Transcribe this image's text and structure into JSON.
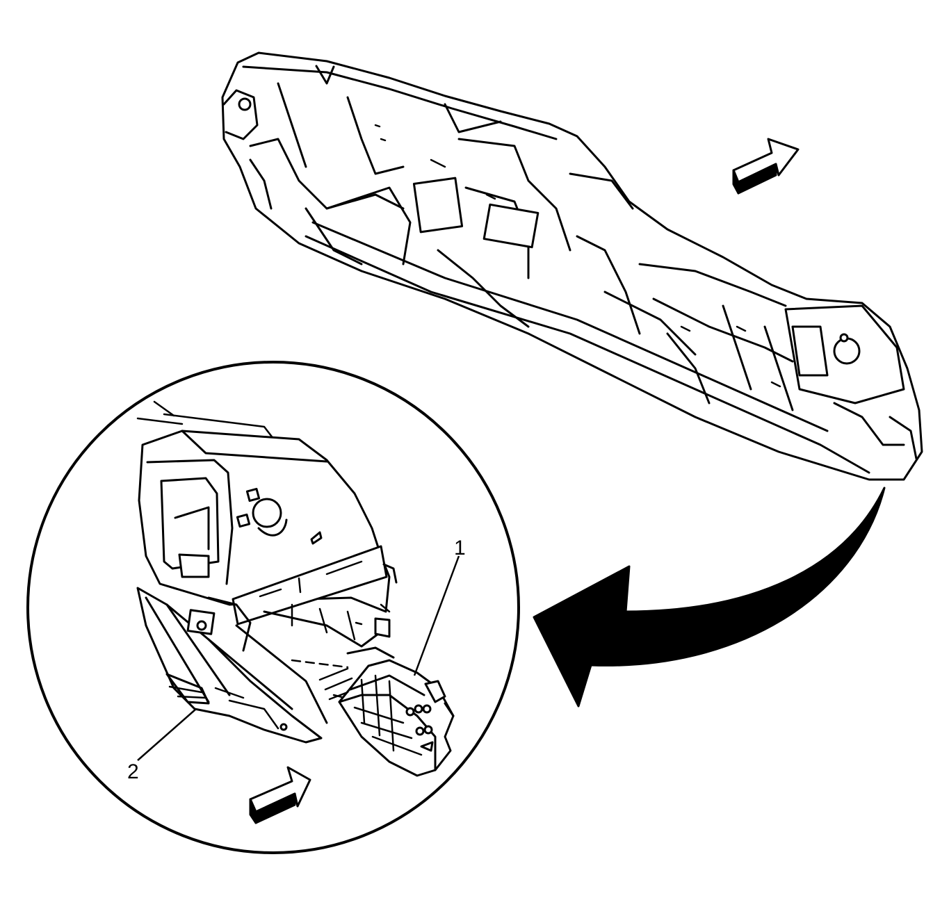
{
  "diagram": {
    "callouts": [
      {
        "id": "1",
        "label": "1"
      },
      {
        "id": "2",
        "label": "2"
      }
    ],
    "colors": {
      "line": "#000000",
      "fill": "#ffffff"
    },
    "icons": [
      "forward-arrow-icon",
      "forward-arrow-icon",
      "curved-detail-arrow-icon"
    ]
  }
}
